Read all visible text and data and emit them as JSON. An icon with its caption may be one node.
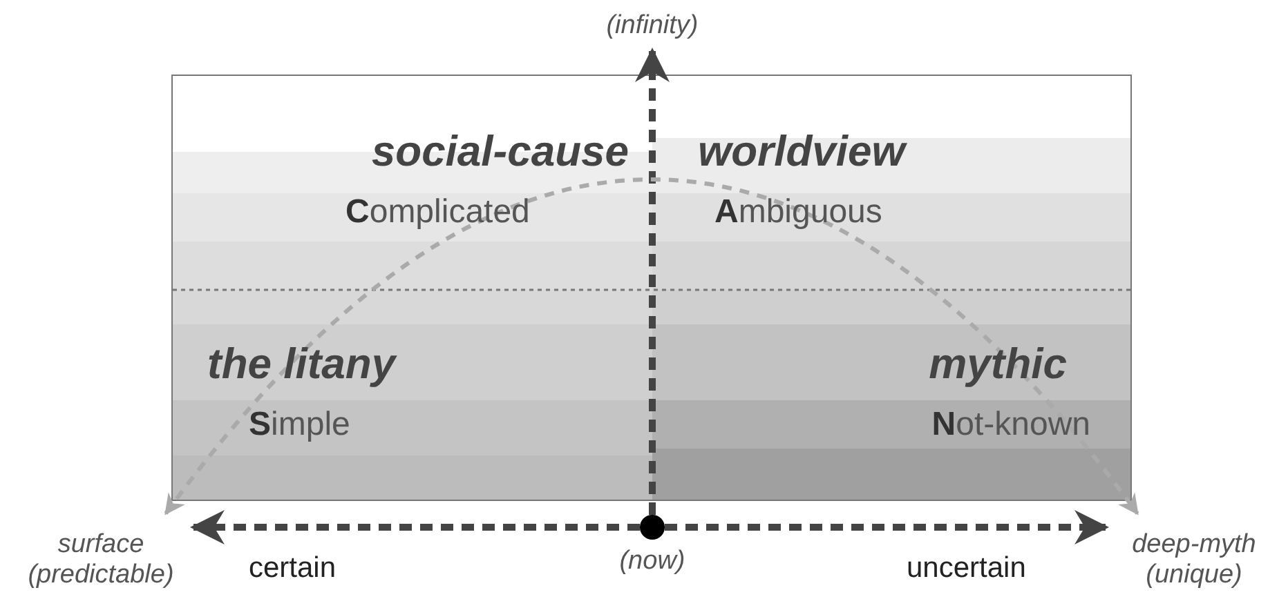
{
  "diagram": {
    "nodes": [
      {
        "text": [],
        "shape": "circle",
        "beside": [
          "(now)"
        ]
      },
      {
        "text": [
          "(infinity)"
        ]
      },
      {
        "text": [
          "surface (predictable)"
        ]
      },
      {
        "text": [
          "deep-myth (unique)"
        ]
      }
    ],
    "edges": [
      {
        "from": 0,
        "to": 1,
        "arrow": "to",
        "style": "dashed"
      },
      {
        "from": 0,
        "to": 2,
        "arrow": "to",
        "style": "dashed",
        "label": "certain"
      },
      {
        "from": 0,
        "to": 3,
        "arrow": "to",
        "style": "dashed",
        "label": "uncertain"
      },
      {
        "from": 2,
        "to": 3,
        "arrow": "both",
        "style": "dashed",
        "color": "#aaaaaa"
      }
    ],
    "labels": [
      "social-cause",
      "worldview",
      "**C**omplicated",
      "**A**mbiguous",
      "the litany",
      "mythic",
      "**S**imple",
      "**N**ot-known"
    ]
  }
}
